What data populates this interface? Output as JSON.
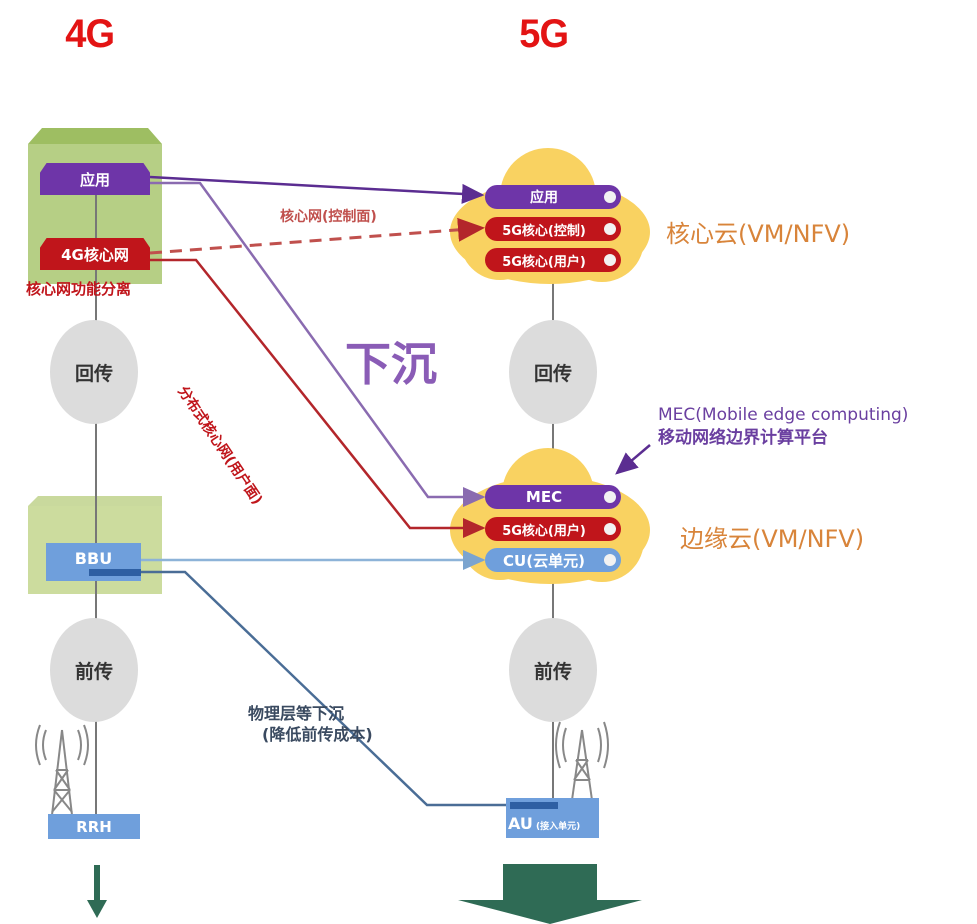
{
  "headers": {
    "left": "4G",
    "right": "5G"
  },
  "colors": {
    "title_red": "#e31414",
    "app_purple": "#6e35a8",
    "core_red": "#c0151b",
    "unit_blue": "#6f9fdc",
    "cloud_yellow": "#f9d261",
    "box_green": "#b6cf85",
    "arrow_green": "#2f6b55",
    "cloud_label_orange": "#d8843a",
    "sink_purple": "#8a5cb6"
  },
  "left_4g": {
    "app_label": "应用",
    "core_label": "4G核心网",
    "core_split_caption": "核心网功能分离",
    "backhaul": "回传",
    "bbu": "BBU",
    "fronthaul": "前传",
    "rrh": "RRH"
  },
  "right_5g": {
    "core_cloud": {
      "items": [
        {
          "label": "应用",
          "type": "purple"
        },
        {
          "label": "5G核心(控制)",
          "type": "red"
        },
        {
          "label": "5G核心(用户)",
          "type": "red"
        }
      ],
      "caption": "核心云(VM/NFV)"
    },
    "backhaul": "回传",
    "edge_cloud": {
      "items": [
        {
          "label": "MEC",
          "type": "purple"
        },
        {
          "label": "5G核心(用户)",
          "type": "red"
        },
        {
          "label": "CU(云单元)",
          "type": "blue"
        }
      ],
      "caption": "边缘云(VM/NFV)"
    },
    "mec_note_line1": "MEC(Mobile edge computing)",
    "mec_note_line2": "移动网络边界计算平台",
    "fronthaul": "前传",
    "au_main": "AU",
    "au_sub": "(接入单元)"
  },
  "annotations": {
    "control_plane": "核心网(控制面)",
    "distributed_user_plane": "分布式核心网(用户面)",
    "sink": "下沉",
    "phy_sink_line1": "物理层等下沉",
    "phy_sink_line2": "(降低前传成本)"
  }
}
